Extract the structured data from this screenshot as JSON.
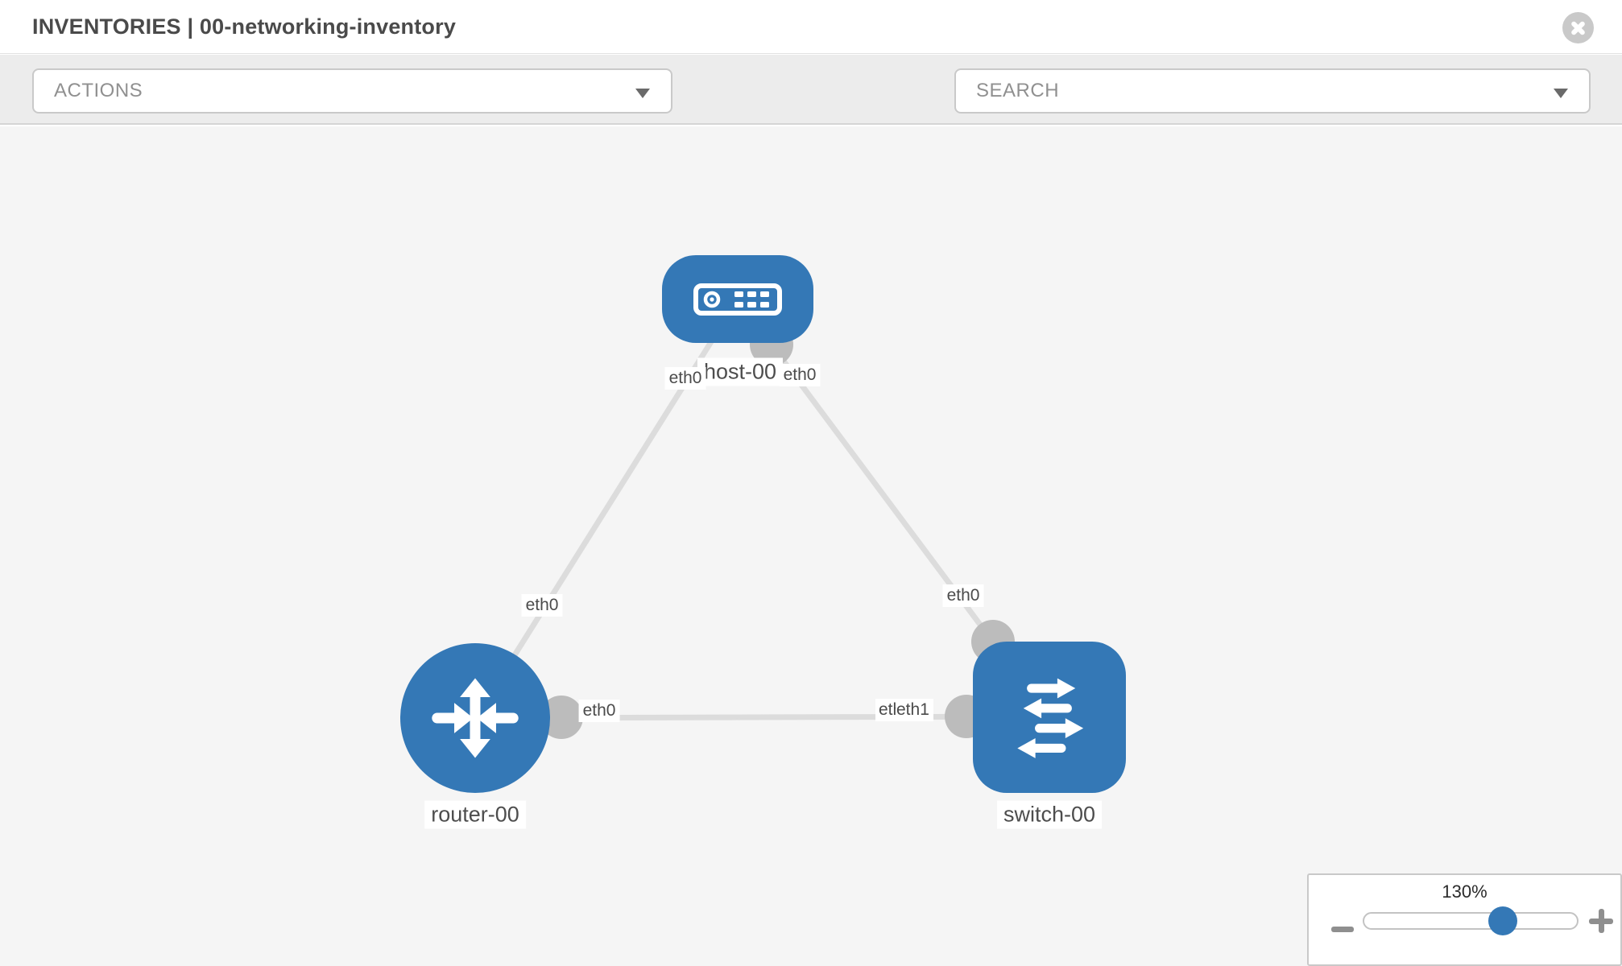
{
  "header": {
    "title": "INVENTORIES | 00-networking-inventory"
  },
  "toolbar": {
    "actions_label": "ACTIONS",
    "search_label": "SEARCH"
  },
  "diagram": {
    "nodes": [
      {
        "id": "host-00",
        "type": "host",
        "label": "host-00"
      },
      {
        "id": "router-00",
        "type": "router",
        "label": "router-00"
      },
      {
        "id": "switch-00",
        "type": "switch",
        "label": "switch-00"
      }
    ],
    "links": [
      {
        "source": "host-00",
        "source_interface": "eth0",
        "target": "router-00",
        "target_interface": "eth0"
      },
      {
        "source": "host-00",
        "source_interface": "eth0",
        "target": "switch-00",
        "target_interface": "eth0"
      },
      {
        "source": "router-00",
        "source_interface": "eth0",
        "target": "switch-00",
        "target_interface": "eth1"
      }
    ],
    "interface_labels": {
      "host_to_router_at_host": "eth0",
      "host_to_switch_at_host": "eth0",
      "host_to_router_at_router": "eth0",
      "host_to_switch_at_switch": "eth0",
      "router_to_switch_at_router": "eth0",
      "router_to_switch_at_switch_hidden": "eth0",
      "router_to_switch_at_switch": "eth1"
    }
  },
  "zoom_control": {
    "value": "130%"
  },
  "icons": {
    "close": "circle-x",
    "wrench": "wrench",
    "key": "key",
    "actions_caret": "caret-down",
    "search_caret": "caret-down",
    "host_glyph": "server-faceplate",
    "router_glyph": "four-way-arrows",
    "switch_glyph": "crossing-arrows",
    "minus": "minus",
    "plus": "plus"
  },
  "colors": {
    "node_blue": "#3478b6",
    "link_gray": "#dcdcdc",
    "port_gray": "#bcbcbc",
    "canvas_bg": "#f5f5f5",
    "toolbar_bg": "#ececec"
  }
}
